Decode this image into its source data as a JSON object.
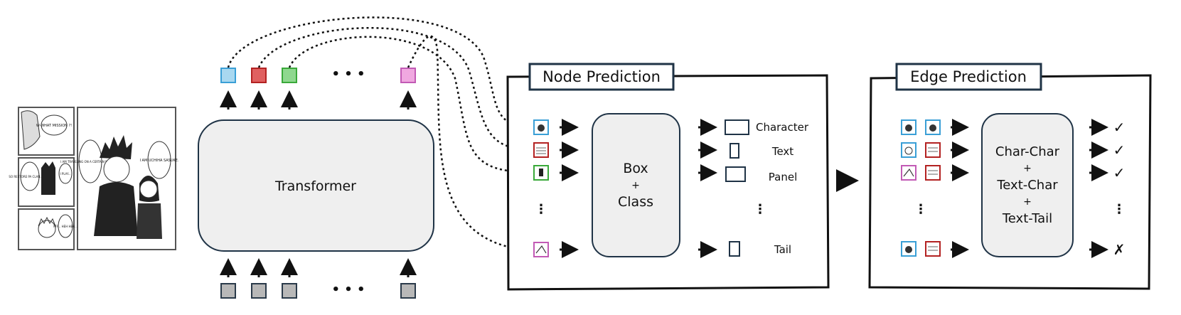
{
  "manga": {
    "bubbles": [
      "W-WHAT MISSION ?!",
      "SO RESTORE PA CLAN, AND...",
      "I PLAY...",
      "PFF... HEH HEH...",
      "I AM TRAVELING ON A CERTAIN MISSION...",
      "I AM UCHIHA SASUKE."
    ]
  },
  "transformer": {
    "label": "Transformer",
    "ellipsis": "• • •"
  },
  "node_prediction": {
    "title": "Node Prediction",
    "model_lines": [
      "Box",
      "+",
      "Class"
    ],
    "outputs": [
      "Character",
      "Text",
      "Panel",
      "Tail"
    ]
  },
  "edge_prediction": {
    "title": "Edge Prediction",
    "model_lines": [
      "Char-Char",
      "+",
      "Text-Char",
      "+",
      "Text-Tail"
    ],
    "results": [
      "✓",
      "✓",
      "✓",
      "✗"
    ]
  },
  "colors": {
    "blue_token": "#a9d8f0",
    "blue_border": "#3a9fd6",
    "red_token": "#e06060",
    "red_border": "#b32222",
    "green_token": "#8fd88f",
    "green_border": "#3aa93a",
    "pink_token": "#f0a8e0",
    "pink_border": "#c25ab5",
    "gray_token": "#b8b8b8",
    "model_fill": "#efefef",
    "model_stroke": "#1f3346"
  }
}
